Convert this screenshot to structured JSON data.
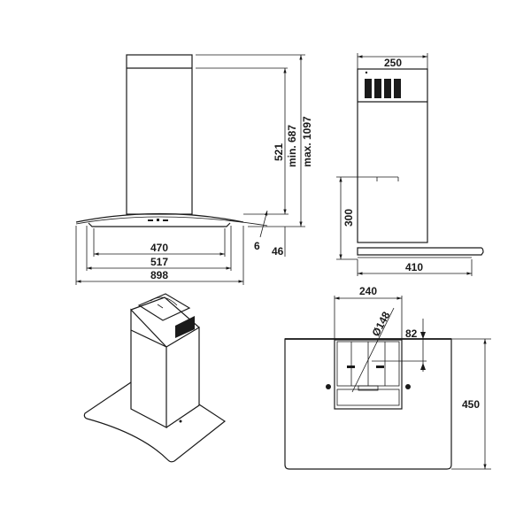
{
  "drawing": {
    "subject": "Chimney range hood technical dimension drawing",
    "units": "mm",
    "front_view": {
      "dimensions": {
        "chimney_height": "521",
        "min_height": "min. 687",
        "max_height": "max. 1097",
        "glass_thickness": "6",
        "canopy_height": "46",
        "inner_width": "470",
        "mid_width": "517",
        "overall_width": "898"
      }
    },
    "side_view": {
      "dimensions": {
        "chimney_depth": "250",
        "bracket_height": "300",
        "overall_depth": "410"
      }
    },
    "top_view": {
      "dimensions": {
        "chimney_width": "240",
        "outlet_diameter": "Ø148",
        "outlet_offset": "82",
        "overall_depth": "450"
      }
    },
    "isometric_view": {
      "label": ""
    },
    "colors": {
      "line": "#1a1a1a",
      "background": "#ffffff"
    }
  }
}
